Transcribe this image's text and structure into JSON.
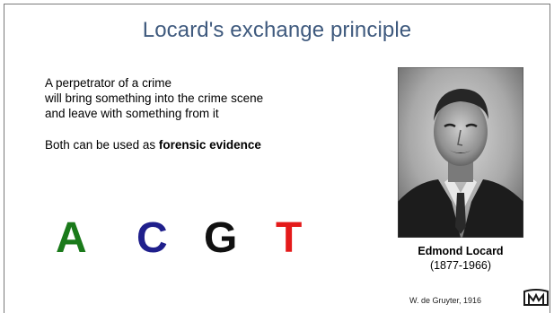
{
  "slide": {
    "title": "Locard's exchange principle",
    "body_lines": [
      "A perpetrator of a crime",
      "will bring something into the crime scene",
      "and leave with something from it"
    ],
    "evidence_prefix": "Both can be used as ",
    "evidence_bold": "forensic evidence",
    "letters": [
      {
        "text": "A",
        "color": "#1a7a1a"
      },
      {
        "text": "C",
        "color": "#1f1f8c"
      },
      {
        "text": "G",
        "color": "#111111"
      },
      {
        "text": "T",
        "color": "#e41a1a"
      }
    ],
    "caption_name": "Edmond Locard",
    "caption_years": "(1877-1966)",
    "credit": "W. de Gruyter, 1916"
  }
}
